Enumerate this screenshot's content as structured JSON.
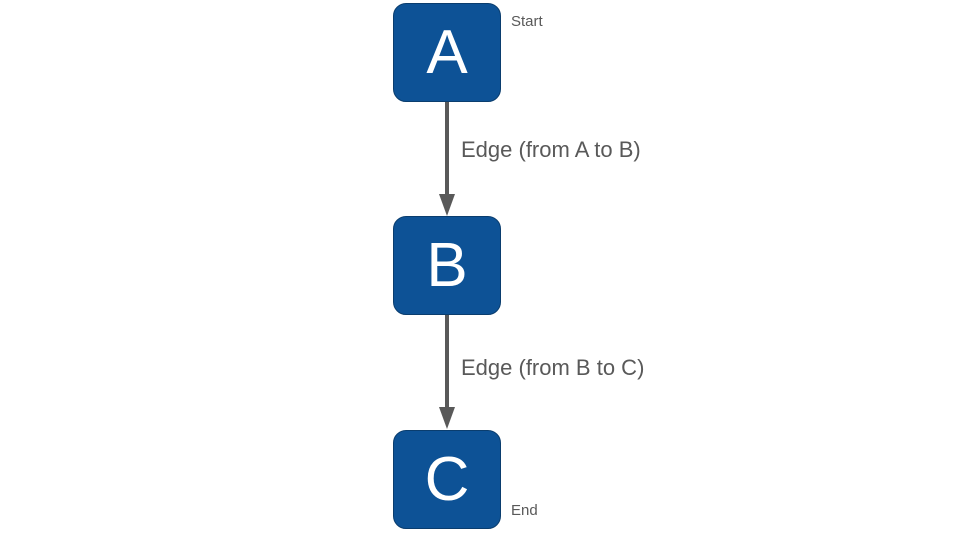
{
  "diagram": {
    "nodes": [
      {
        "id": "A",
        "label": "A",
        "annotation": "Start"
      },
      {
        "id": "B",
        "label": "B",
        "annotation": ""
      },
      {
        "id": "C",
        "label": "C",
        "annotation": "End"
      }
    ],
    "edges": [
      {
        "from": "A",
        "to": "B",
        "label": "Edge (from A to B)"
      },
      {
        "from": "B",
        "to": "C",
        "label": "Edge (from B to C)"
      }
    ],
    "colors": {
      "node_fill": "#0d5296",
      "node_border": "#0a3d6e",
      "node_text": "#ffffff",
      "edge": "#595959",
      "label_text": "#595959"
    }
  }
}
